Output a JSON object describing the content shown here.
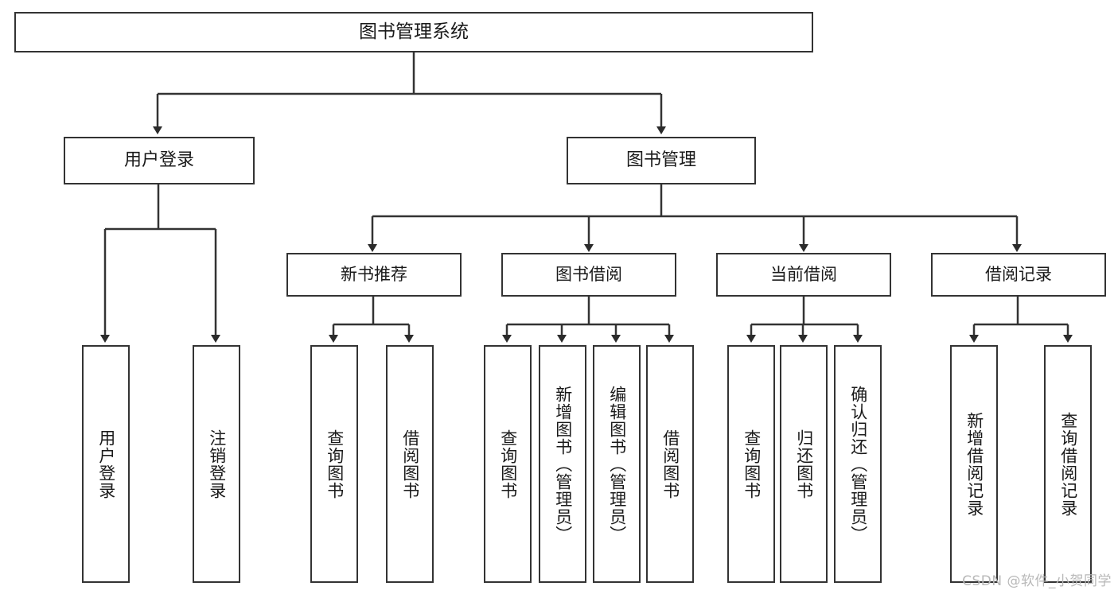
{
  "diagram": {
    "title": "图书管理系统",
    "type": "hierarchy-tree",
    "background_color": "#ffffff",
    "line_color": "#333333",
    "text_color": "#1a1a1a"
  },
  "nodes": {
    "root": {
      "label": "图书管理系统"
    },
    "level2": [
      {
        "label": "用户登录"
      },
      {
        "label": "图书管理"
      }
    ],
    "level3": [
      {
        "label": "新书推荐"
      },
      {
        "label": "图书借阅"
      },
      {
        "label": "当前借阅"
      },
      {
        "label": "借阅记录"
      }
    ],
    "leaves": [
      {
        "label": "用户登录"
      },
      {
        "label": "注销登录"
      },
      {
        "label": "查询图书"
      },
      {
        "label": "借阅图书"
      },
      {
        "label": "查询图书"
      },
      {
        "label": "新增图书（管理员）"
      },
      {
        "label": "编辑图书（管理员）"
      },
      {
        "label": "借阅图书"
      },
      {
        "label": "查询图书"
      },
      {
        "label": "归还图书"
      },
      {
        "label": "确认归还（管理员）"
      },
      {
        "label": "新增借阅记录"
      },
      {
        "label": "查询借阅记录"
      }
    ]
  },
  "watermark": {
    "text": "CSDN @软件_小贺同学"
  }
}
